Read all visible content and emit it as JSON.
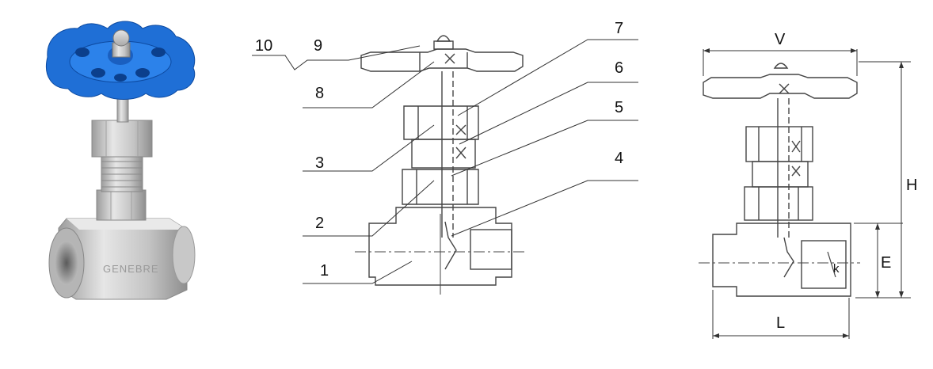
{
  "photo": {
    "brand_text": "GENEBRE",
    "handwheel_color": "#1f6fd6",
    "body_color": "#c9c9c9"
  },
  "section_view": {
    "part_labels": [
      "10",
      "9",
      "8",
      "3",
      "2",
      "1",
      "7",
      "6",
      "5",
      "4"
    ]
  },
  "side_view": {
    "dimension_labels": [
      "V",
      "H",
      "E",
      "L",
      "k"
    ]
  }
}
